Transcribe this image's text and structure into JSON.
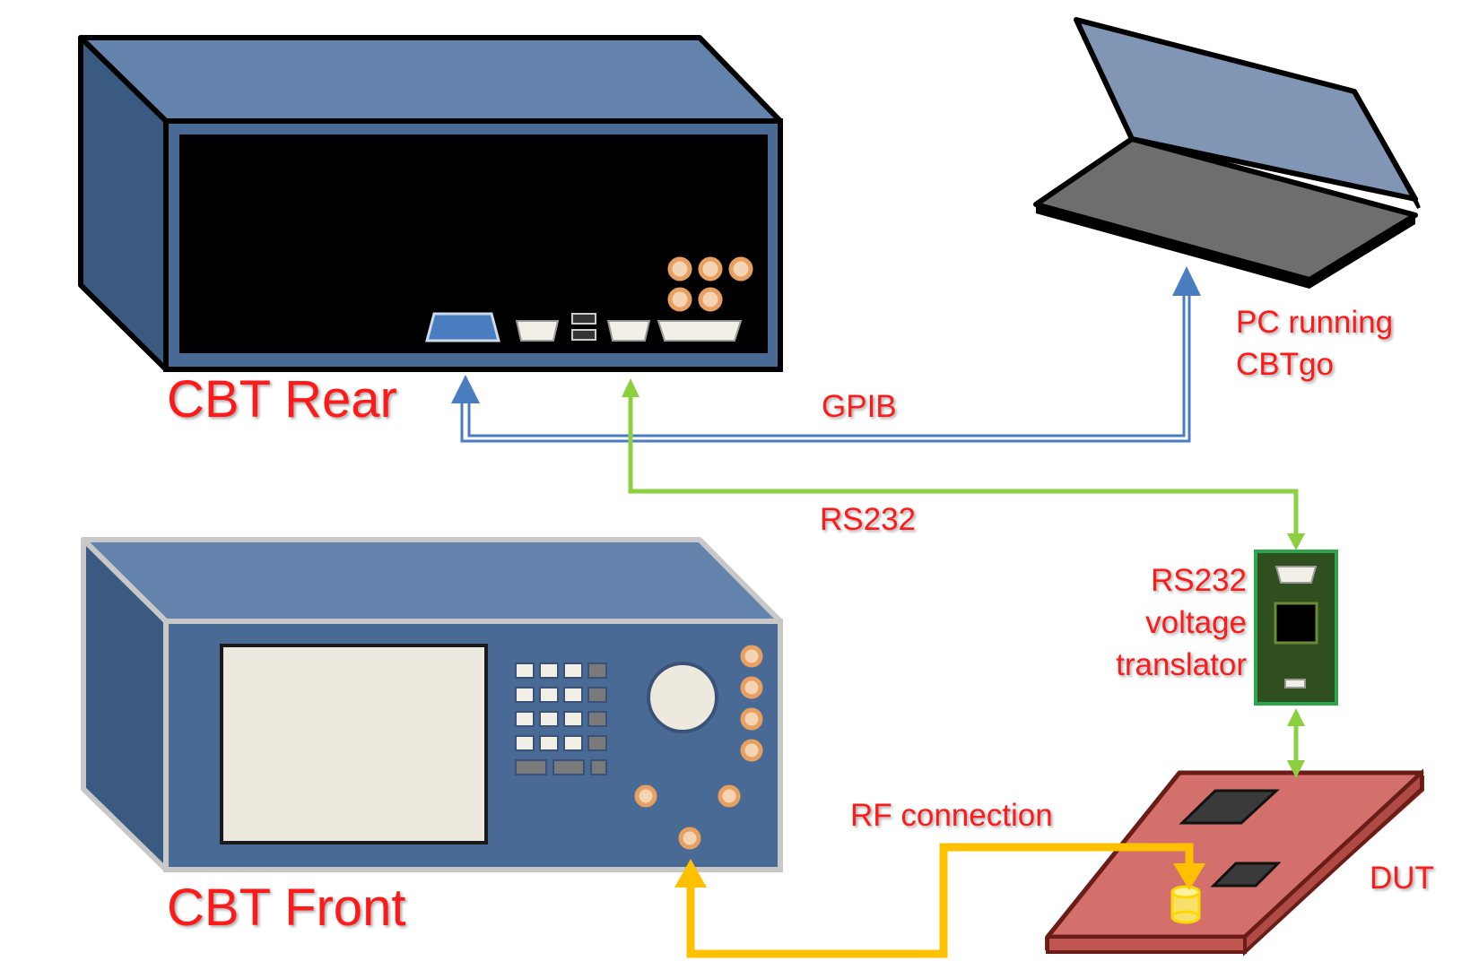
{
  "labels": {
    "cbt_rear": "CBT Rear",
    "cbt_front": "CBT Front",
    "pc_line1": "PC running",
    "pc_line2": "CBTgo",
    "gpib": "GPIB",
    "rs232": "RS232",
    "translator_line1": "RS232",
    "translator_line2": "voltage",
    "translator_line3": "translator",
    "rf_connection": "RF connection",
    "dut": "DUT"
  },
  "colors": {
    "label_text": "#ff1a1a",
    "instrument_body": "#4a6a96",
    "instrument_top": "#6383ad",
    "instrument_side": "#3b5a82",
    "gpib_line": "#4a7cc0",
    "rs232_line": "#8cd040",
    "rf_line": "#ffc000",
    "translator_board": "#2f4f1f",
    "dut_board": "#d4706b",
    "connector": "#f5d4b5"
  }
}
